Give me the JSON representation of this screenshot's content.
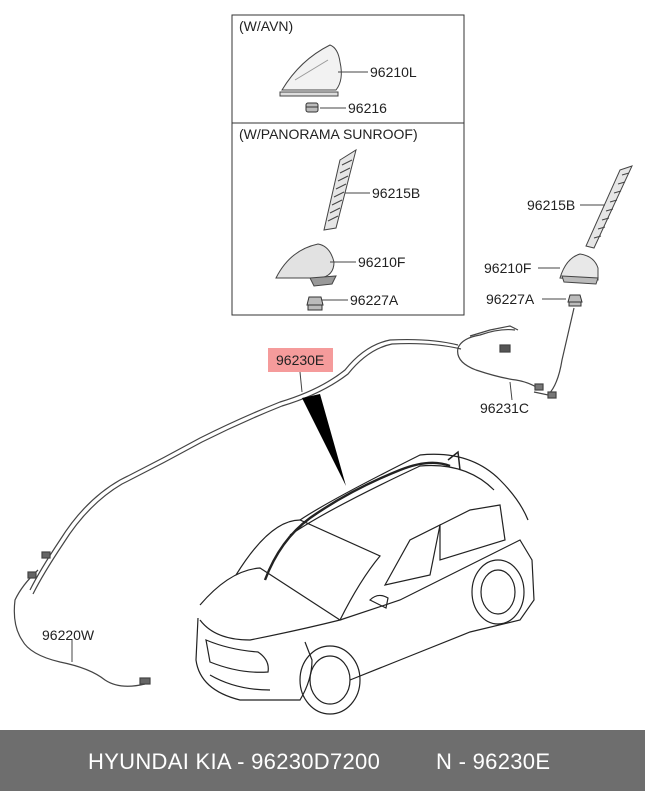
{
  "boxes": {
    "top_header": "(W/AVN)",
    "bottom_header": "(W/PANORAMA SUNROOF)"
  },
  "parts": {
    "p96210L": "96210L",
    "p96216": "96216",
    "p96215B_box": "96215B",
    "p96210F_box": "96210F",
    "p96227A_box": "96227A",
    "p96215B": "96215B",
    "p96210F": "96210F",
    "p96227A": "96227A",
    "p96230E": "96230E",
    "p96231C": "96231C",
    "p96220W": "96220W"
  },
  "footer": {
    "left": "HYUNDAI  KIA - 96230D7200",
    "right": "N - 96230E"
  },
  "colors": {
    "highlight": "#f38a8a",
    "footer_bg": "#6e6e6e"
  }
}
